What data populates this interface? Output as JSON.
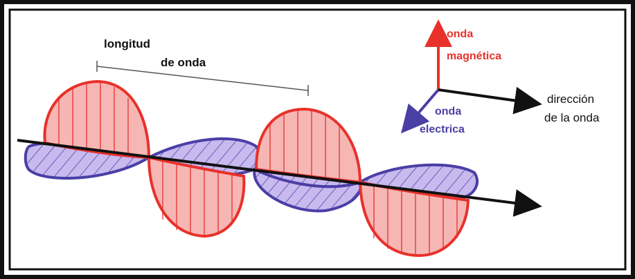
{
  "labels": {
    "wavelength_line1": "longitud",
    "wavelength_line2": "de onda",
    "magnetic_line1": "onda",
    "magnetic_line2": "magnética",
    "electric_line1": "onda",
    "electric_line2": "electrica",
    "direction_line1": "dirección",
    "direction_line2": "de la onda"
  },
  "colors": {
    "magnetic": "#e8312b",
    "magnetic_fill": "#f6b6b4",
    "electric": "#4a3fa5",
    "electric_fill": "#c8b9ee",
    "axis": "#111111",
    "frame": "#111111"
  },
  "icons": {
    "magnetic_axis": "arrow-up-icon",
    "electric_axis": "arrow-down-left-icon",
    "direction_axis": "arrow-right-icon"
  }
}
